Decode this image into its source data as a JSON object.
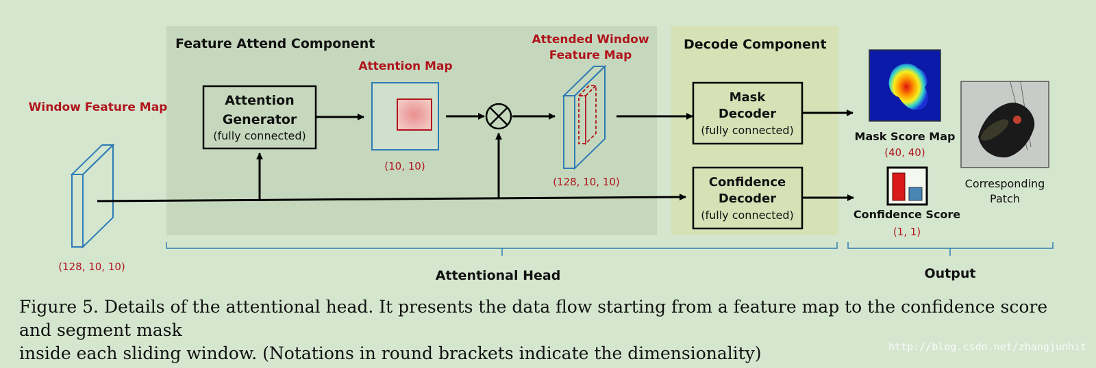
{
  "sections": {
    "feature_attend": "Feature Attend Component",
    "decode": "Decode Component",
    "attentional_head": "Attentional Head",
    "output": "Output"
  },
  "window_feature_map": {
    "title": "Window Feature Map",
    "dims": "(128, 10, 10)"
  },
  "attention_generator": {
    "line1": "Attention",
    "line2": "Generator",
    "sub": "(fully connected)"
  },
  "attention_map": {
    "title": "Attention Map",
    "dims": "(10, 10)"
  },
  "attended_map": {
    "title_line1": "Attended Window",
    "title_line2": "Feature Map",
    "dims": "(128, 10, 10)"
  },
  "mask_decoder": {
    "line1": "Mask",
    "line2": "Decoder",
    "sub": "(fully connected)"
  },
  "confidence_decoder": {
    "line1": "Confidence",
    "line2": "Decoder",
    "sub": "(fully connected)"
  },
  "mask_score_map": {
    "title": "Mask Score Map",
    "dims": "(40, 40)"
  },
  "confidence_score": {
    "title": "Confidence Score",
    "dims": "(1, 1)"
  },
  "corresponding_patch": {
    "line1": "Corresponding",
    "line2": "Patch"
  },
  "caption": {
    "line1": "Figure 5.  Details of the attentional head. It presents the data flow starting from a feature map to the confidence score and segment mask",
    "line2": "inside each sliding window. (Notations in round brackets indicate the dimensionality)"
  },
  "watermark": "http://blog.csdn.net/zhangjunhit",
  "colors": {
    "background": "#d5e6cf",
    "feature_attend_panel": "#c5d8bd",
    "decode_panel": "#d6e1b6",
    "accent_red": "#b0141c",
    "accent_blue": "#2e7bb4"
  }
}
